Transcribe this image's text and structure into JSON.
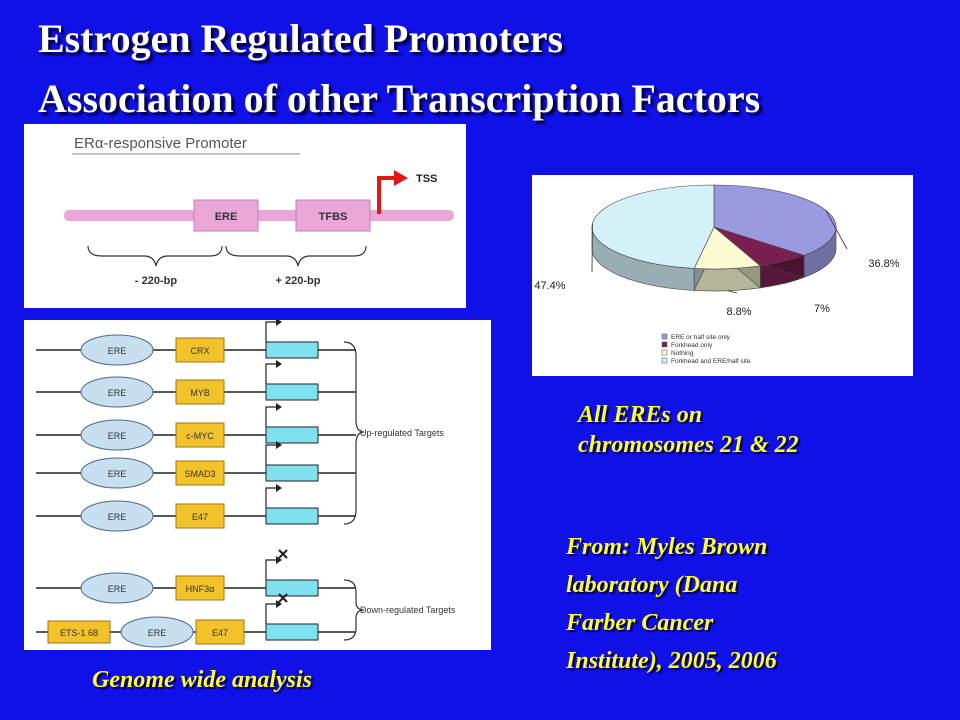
{
  "title": {
    "line1": "Estrogen Regulated Promoters",
    "line2": "Association of other Transcription Factors"
  },
  "promoter": {
    "heading": "ERα-responsive Promoter",
    "ere_label": "ERE",
    "tfbs_label": "TFBS",
    "tss_label": "TSS",
    "upstream_label": "- 220-bp",
    "downstream_label": "+ 220-bp"
  },
  "genome": {
    "rows": [
      {
        "left": "",
        "ere": "ERE",
        "factor": "CRX",
        "blocked": false
      },
      {
        "left": "",
        "ere": "ERE",
        "factor": "MYB",
        "blocked": false
      },
      {
        "left": "",
        "ere": "ERE",
        "factor": "c-MYC",
        "blocked": false
      },
      {
        "left": "",
        "ere": "ERE",
        "factor": "SMAD3",
        "blocked": false
      },
      {
        "left": "",
        "ere": "ERE",
        "factor": "E47",
        "blocked": false
      },
      {
        "left": "",
        "ere": "ERE",
        "factor": "HNF3α",
        "blocked": true
      },
      {
        "left": "ETS-1 68",
        "ere": "ERE",
        "factor": "E47",
        "blocked": true
      }
    ],
    "up_label": "Up-regulated Targets",
    "down_label": "Down-regulated Targets"
  },
  "chart_data": {
    "type": "pie",
    "slices": [
      {
        "label": "ERE or half site only",
        "value": 36.8,
        "color": "#9a9ae0",
        "value_label": "36.8%"
      },
      {
        "label": "Forkhead only",
        "value": 7.0,
        "color": "#7a2050",
        "value_label": "7%"
      },
      {
        "label": "Nothing",
        "value": 8.8,
        "color": "#fbfbd4",
        "value_label": "8.8%"
      },
      {
        "label": "Forkhead and ERE/half site",
        "value": 47.4,
        "color": "#d4f1f8",
        "value_label": "47.4%"
      }
    ],
    "legend_position": "bottom-center"
  },
  "captions": {
    "genome": "Genome wide analysis",
    "eres_line1": "All EREs on",
    "eres_line2": "chromosomes 21 & 22",
    "source_line1": "From: Myles Brown",
    "source_line2": "laboratory (Dana",
    "source_line3": "Farber Cancer",
    "source_line4": "Institute), 2005, 2006"
  }
}
